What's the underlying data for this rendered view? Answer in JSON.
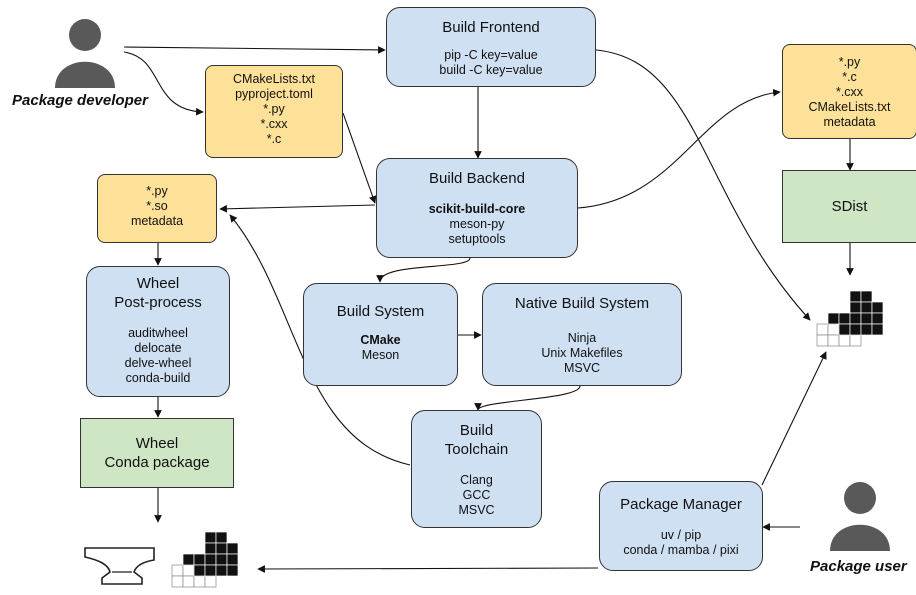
{
  "actors": {
    "developer": "Package developer",
    "user": "Package user"
  },
  "boxes": {
    "build_frontend": {
      "title": "Build Frontend",
      "lines": [
        "pip -C key=value",
        "build -C key=value"
      ]
    },
    "src_files": {
      "lines": [
        "CMakeLists.txt",
        "pyproject.toml",
        "*.py",
        "*.cxx",
        "*.c"
      ]
    },
    "sdist_files": {
      "lines": [
        "*.py",
        "*.c",
        "*.cxx",
        "CMakeLists.txt",
        "metadata"
      ]
    },
    "sdist": {
      "title": "SDist"
    },
    "build_backend": {
      "title": "Build Backend",
      "bold_line": "scikit-build-core",
      "lines": [
        "meson-py",
        "setuptools"
      ]
    },
    "wheel_files": {
      "lines": [
        "*.py",
        "*.so",
        "metadata"
      ]
    },
    "wheel_postprocess": {
      "title_lines": [
        "Wheel",
        "Post-process"
      ],
      "lines": [
        "auditwheel",
        "delocate",
        "delve-wheel",
        "conda-build"
      ]
    },
    "build_system": {
      "title": "Build System",
      "bold_line": "CMake",
      "lines": [
        "Meson"
      ]
    },
    "native_build_system": {
      "title": "Native Build System",
      "lines": [
        "Ninja",
        "Unix Makefiles",
        "MSVC"
      ]
    },
    "build_toolchain": {
      "title_lines": [
        "Build",
        "Toolchain"
      ],
      "lines": [
        "Clang",
        "GCC",
        "MSVC"
      ]
    },
    "wheel_package": {
      "title_lines": [
        "Wheel",
        "Conda package"
      ]
    },
    "package_manager": {
      "title": "Package Manager",
      "lines": [
        "uv / pip",
        "conda / mamba / pixi"
      ]
    }
  },
  "icons": [
    "person-icon",
    "python-blocks-icon",
    "anvil-icon"
  ],
  "colors": {
    "blue_box": "#cfe0f3",
    "yellow_box": "#fde198",
    "green_box": "#cfe6c4",
    "person": "#595959",
    "block_dark": "#111111"
  }
}
